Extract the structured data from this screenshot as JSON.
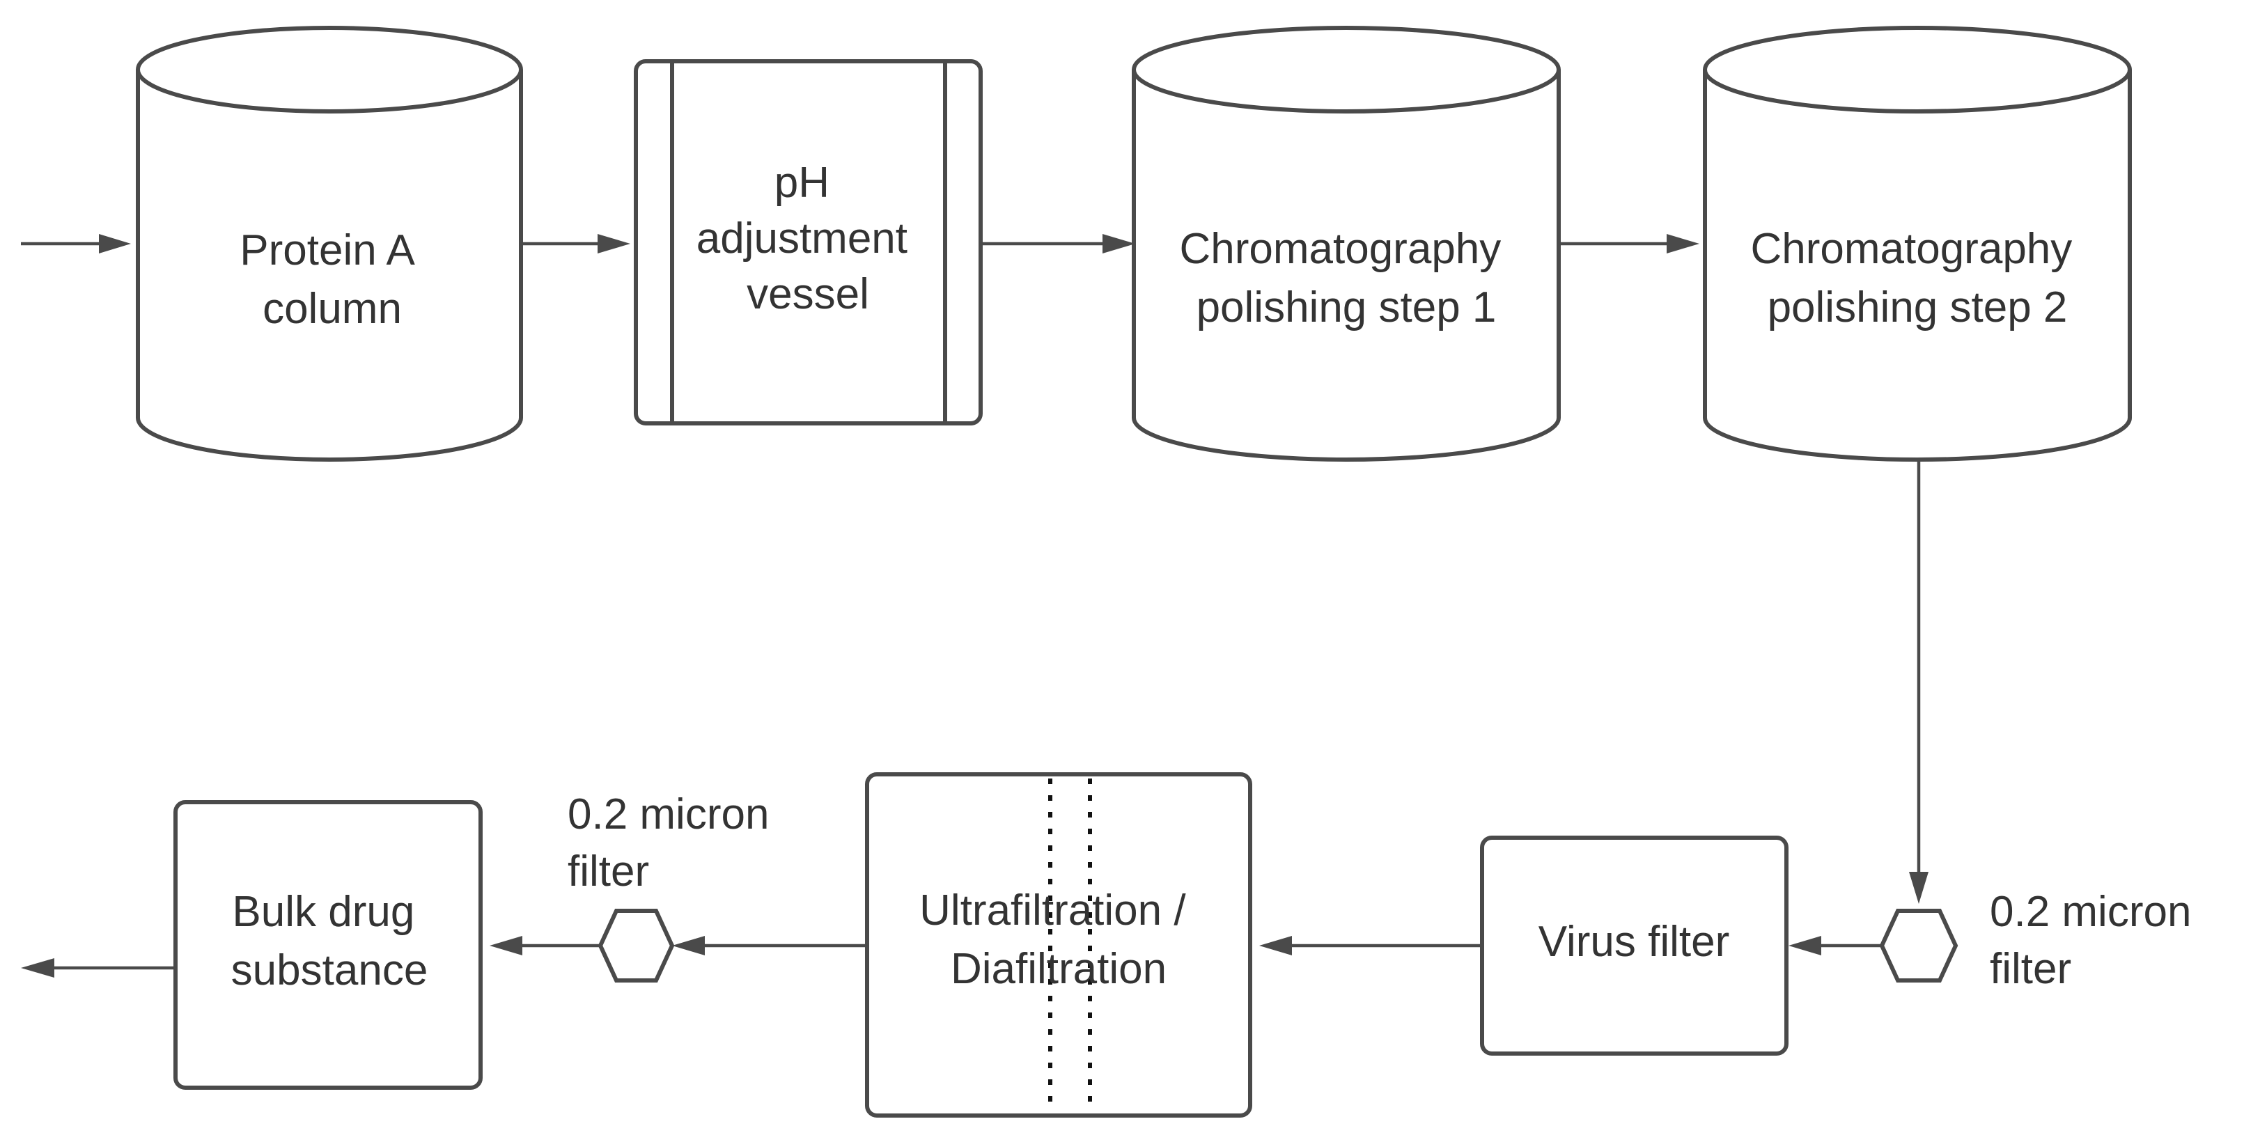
{
  "diagram": {
    "nodes": {
      "protein_a": {
        "line1": "Protein A",
        "line2": "column"
      },
      "ph_vessel": {
        "line1": "pH",
        "line2": "adjustment",
        "line3": "vessel"
      },
      "chrom1": {
        "line1": "Chromatography",
        "line2": "polishing step 1"
      },
      "chrom2": {
        "line1": "Chromatography",
        "line2": "polishing step 2"
      },
      "filter_right": {
        "line1": "0.2 micron",
        "line2": "filter"
      },
      "virus": {
        "line1": "Virus filter"
      },
      "ufdf": {
        "line1": "Ultrafiltration /",
        "line2": "Diafiltration"
      },
      "filter_left": {
        "line1": "0.2 micron",
        "line2": "filter"
      },
      "bulk": {
        "line1": "Bulk drug",
        "line2": "substance"
      }
    },
    "colors": {
      "stroke": "#4a4a4a",
      "text": "#333333",
      "background": "#ffffff"
    }
  }
}
